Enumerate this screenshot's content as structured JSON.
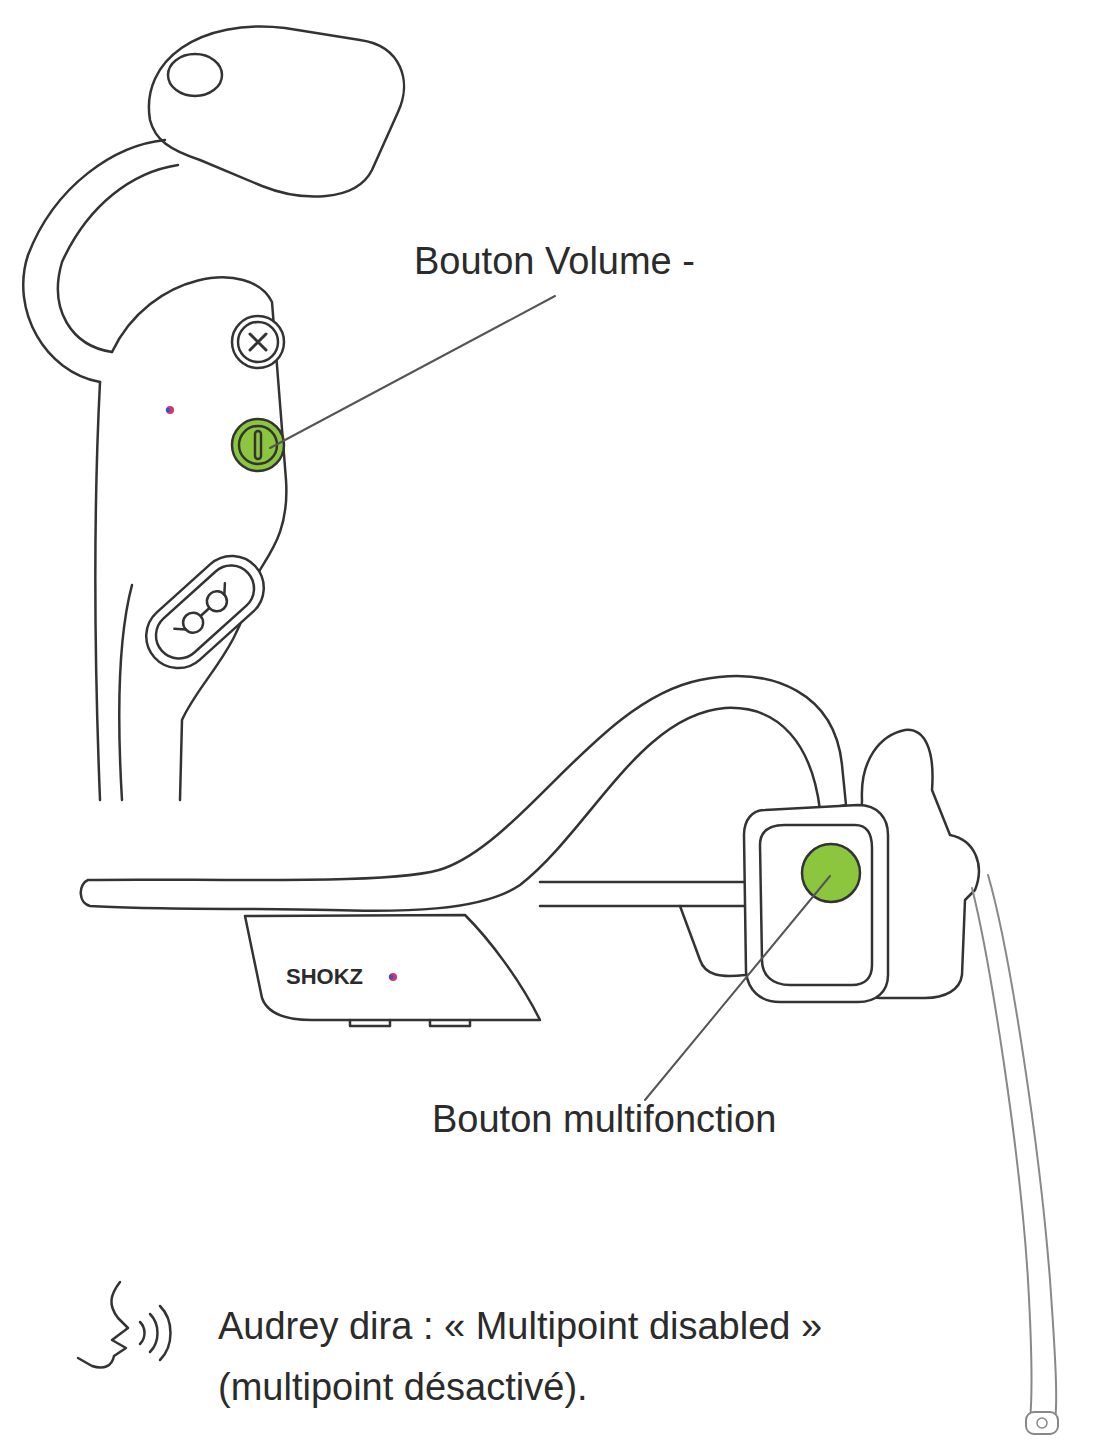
{
  "diagram": {
    "labels": [
      "Bouton Volume -",
      "SHOKZ",
      "Bouton multifonction",
      "Audrey dira : « Multipoint disabled » (multipoint désactivé)."
    ]
  }
}
